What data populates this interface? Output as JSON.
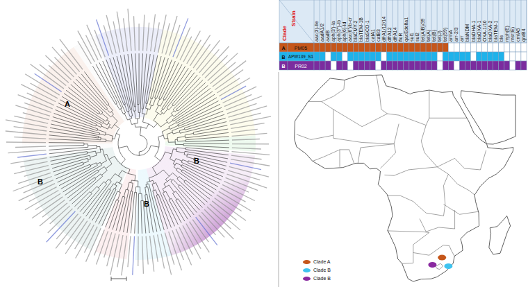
{
  "diagram": {
    "labels": [
      "Clade",
      "Strain",
      "aac(3)-IIe",
      "aadA1/2",
      "aadB",
      "aph(3')-Ia",
      "aph(3'')-Ib",
      "aph(6)-Id",
      "aac(6')Ib-cr",
      "blaCMY-2",
      "blaTEM-1B",
      "blaSCO-1",
      "catA1",
      "catB3",
      "dfrA1/12/14",
      "dfrA12",
      "dfrA14",
      "floR",
      "qacEdelta1",
      "sul1",
      "sul2",
      "tet(A/B)/39",
      "tet(A)",
      "tet(B)",
      "tet(J)",
      "tet(59)",
      "armA",
      "arr-2/3",
      "arr",
      "blaNDM",
      "blaDHA-1",
      "blaOXA-1",
      "OXA-1/10",
      "blaOXA-2",
      "blaTEM-1",
      "ble",
      "mph(E)",
      "msr(E)",
      "cmlA5",
      "qnrB4",
      "A",
      "PM05",
      "B",
      "APW139_S1",
      "B",
      "PR02",
      "A",
      "B",
      "B",
      "B"
    ],
    "legend": [
      {
        "text": "Clade A",
        "color": "#c5561a"
      },
      {
        "text": "Clade B",
        "color": "#3fc3ef"
      },
      {
        "text": "Clade B",
        "color": "#8a2aa0"
      }
    ]
  }
}
